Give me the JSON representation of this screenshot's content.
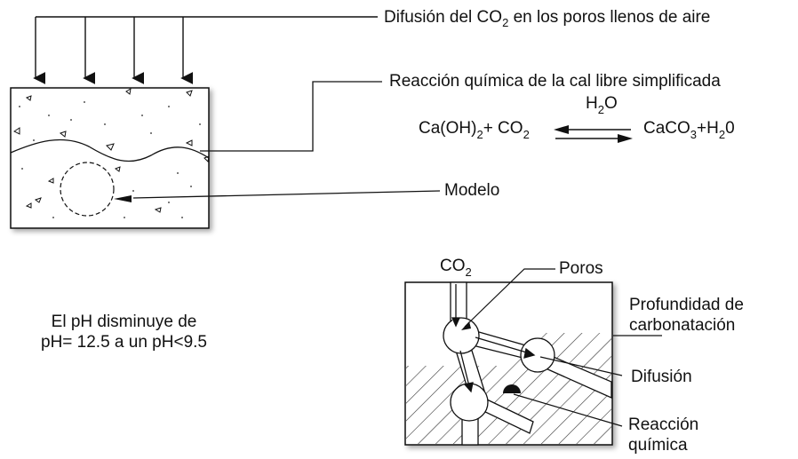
{
  "labels": {
    "diffusion_prefix": "Difusión del CO",
    "diffusion_sub": "2",
    "diffusion_suffix": " en los poros llenos de aire",
    "reaction_title": "Reacción química de la cal libre simplificada",
    "modelo": "Modelo",
    "ph_line1": "El pH disminuye de",
    "ph_line2": "pH= 12.5 a un pH<9.5",
    "co2_main": "CO",
    "co2_sub": "2",
    "poros": "Poros",
    "profundidad_line1": "Profundidad de",
    "profundidad_line2": "carbonatación",
    "difusion": "Difusión",
    "reaccion_line1": "Reacción",
    "reaccion_line2": "química"
  },
  "equation": {
    "water_top_main": "H",
    "water_top_sub": "2",
    "water_top_tail": "O",
    "left_a": "Ca(OH)",
    "left_a_sub": "2",
    "left_b": "+ CO",
    "left_b_sub": "2",
    "right_a": "CaCO",
    "right_a_sub": "3",
    "right_b": "+H",
    "right_b_sub": "2",
    "right_c": "0"
  }
}
